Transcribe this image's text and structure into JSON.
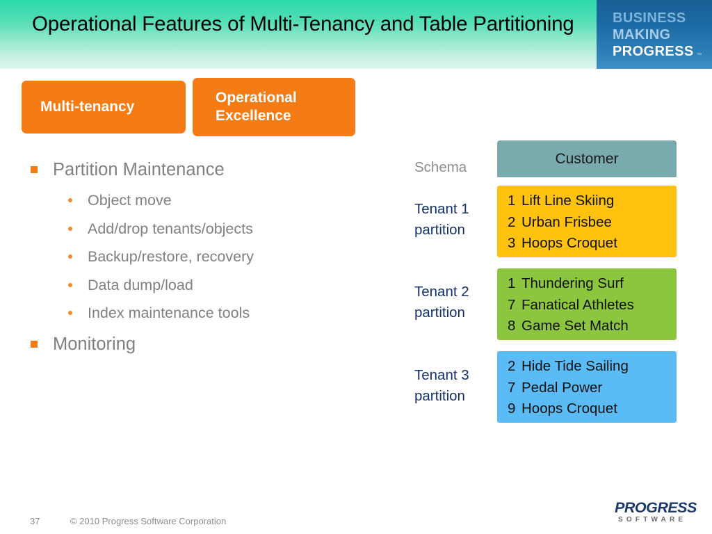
{
  "slide": {
    "title": "Operational Features of Multi-Tenancy and Table Partitioning",
    "background_color": "#FFFFFF"
  },
  "header": {
    "gradient_from": "#2AD9A7",
    "gradient_to": "#DFF7EF",
    "brand": {
      "line1": "BUSINESS",
      "line2": "MAKING",
      "line3": "PROGRESS",
      "trademark": "™",
      "background_color": "#1A5F95"
    }
  },
  "tags": [
    {
      "label": "Multi-tenancy",
      "color": "#F57C15"
    },
    {
      "label": "Operational Excellence",
      "color": "#F57C15"
    }
  ],
  "bullets": [
    {
      "level": 1,
      "text": "Partition Maintenance",
      "children": [
        {
          "level": 2,
          "text": "Object move"
        },
        {
          "level": 2,
          "text": "Add/drop tenants/objects"
        },
        {
          "level": 2,
          "text": "Backup/restore, recovery"
        },
        {
          "level": 2,
          "text": "Data dump/load"
        },
        {
          "level": 2,
          "text": "Index maintenance tools"
        }
      ]
    },
    {
      "level": 1,
      "text": "Monitoring",
      "children": []
    }
  ],
  "diagram": {
    "table_header": {
      "label": "Customer",
      "color": "#78AAAE"
    },
    "schema_label": "Schema",
    "partitions": [
      {
        "label": "Tenant 1 partition",
        "color": "#FFC20E",
        "rows": [
          {
            "id": "1",
            "name": "Lift Line Skiing"
          },
          {
            "id": "2",
            "name": "Urban Frisbee"
          },
          {
            "id": "3",
            "name": "Hoops Croquet"
          }
        ]
      },
      {
        "label": "Tenant 2 partition",
        "color": "#8CC63F",
        "rows": [
          {
            "id": "1",
            "name": "Thundering Surf"
          },
          {
            "id": "7",
            "name": "Fanatical Athletes"
          },
          {
            "id": "8",
            "name": "Game Set Match"
          }
        ]
      },
      {
        "label": "Tenant 3 partition",
        "color": "#5BBCF5",
        "rows": [
          {
            "id": "2",
            "name": "Hide Tide Sailing"
          },
          {
            "id": "7",
            "name": "Pedal Power"
          },
          {
            "id": "9",
            "name": "Hoops Croquet"
          }
        ]
      }
    ]
  },
  "footer": {
    "page_number": "37",
    "copyright": "© 2010 Progress Software Corporation",
    "logo": {
      "wordmark": "PROGRESS",
      "sub": "SOFTWARE",
      "color": "#1B3A6B"
    }
  }
}
